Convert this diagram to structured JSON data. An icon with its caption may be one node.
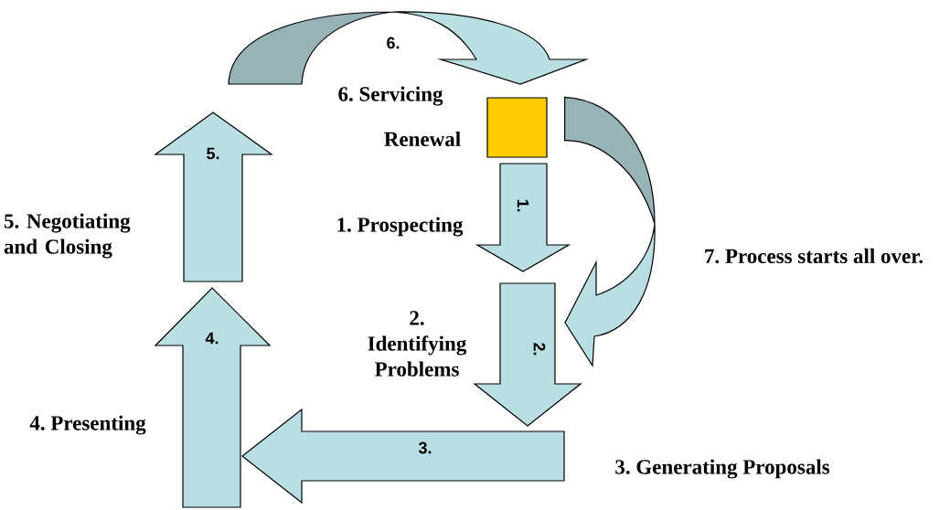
{
  "diagram": {
    "nodes": [
      {
        "text": [
          "1."
        ],
        "beside": [
          "1. Prospecting"
        ]
      },
      {
        "text": [
          "2."
        ],
        "beside": [
          "2. Identifying Problems"
        ]
      },
      {
        "text": [
          "3."
        ],
        "beside": [
          "3. Generating Proposals"
        ]
      },
      {
        "text": [
          "4."
        ],
        "beside": [
          "4. Presenting"
        ]
      },
      {
        "text": [
          "5."
        ],
        "beside": [
          "5. Negotiating and Closing"
        ]
      },
      {
        "text": [
          "6."
        ],
        "beside": [
          "6. Servicing"
        ]
      },
      {
        "text": [],
        "shape": "box",
        "beside": [
          "Renewal"
        ]
      }
    ],
    "edges": [
      {
        "from": 6,
        "to": 1,
        "arrow": "to"
      }
    ],
    "labels": [
      "7. Process starts all over."
    ]
  }
}
